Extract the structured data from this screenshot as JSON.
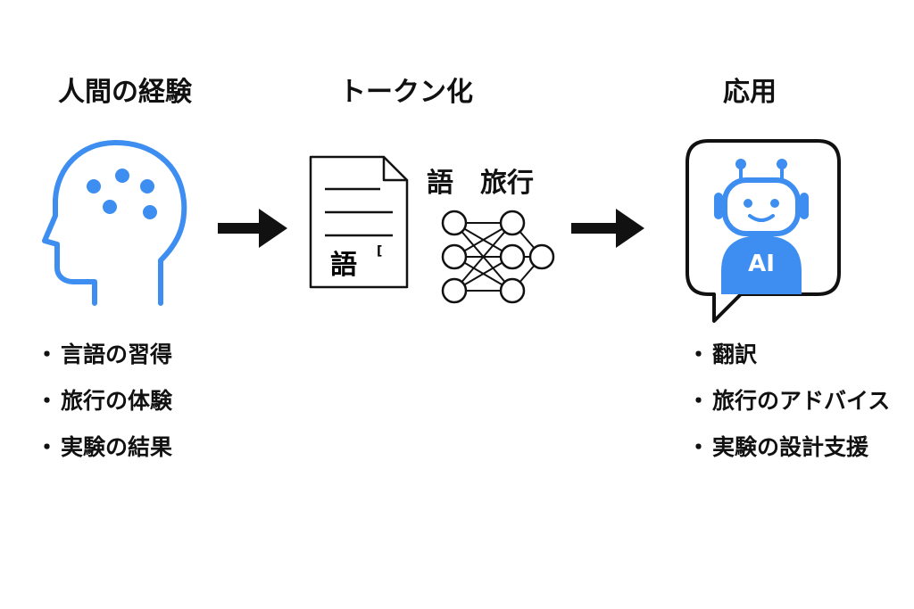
{
  "columns": [
    {
      "title": "人間の経験",
      "items": [
        "言語の習得",
        "旅行の体験",
        "実験の結果"
      ]
    },
    {
      "title": "トークン化",
      "doc_glyph": "語",
      "doc_bracket": "[",
      "tokens": "語　旅行"
    },
    {
      "title": "応用",
      "robot_label": "AI",
      "items": [
        "翻訳",
        "旅行のアドバイス",
        "実験の設計支援"
      ]
    }
  ],
  "bullet": "・",
  "colors": {
    "accent": "#3d8ef0",
    "ink": "#111111",
    "background": "#ffffff"
  },
  "icons": [
    "head-brain-icon",
    "document-icon",
    "neural-network-icon",
    "robot-chat-icon",
    "arrow-right-icon"
  ]
}
